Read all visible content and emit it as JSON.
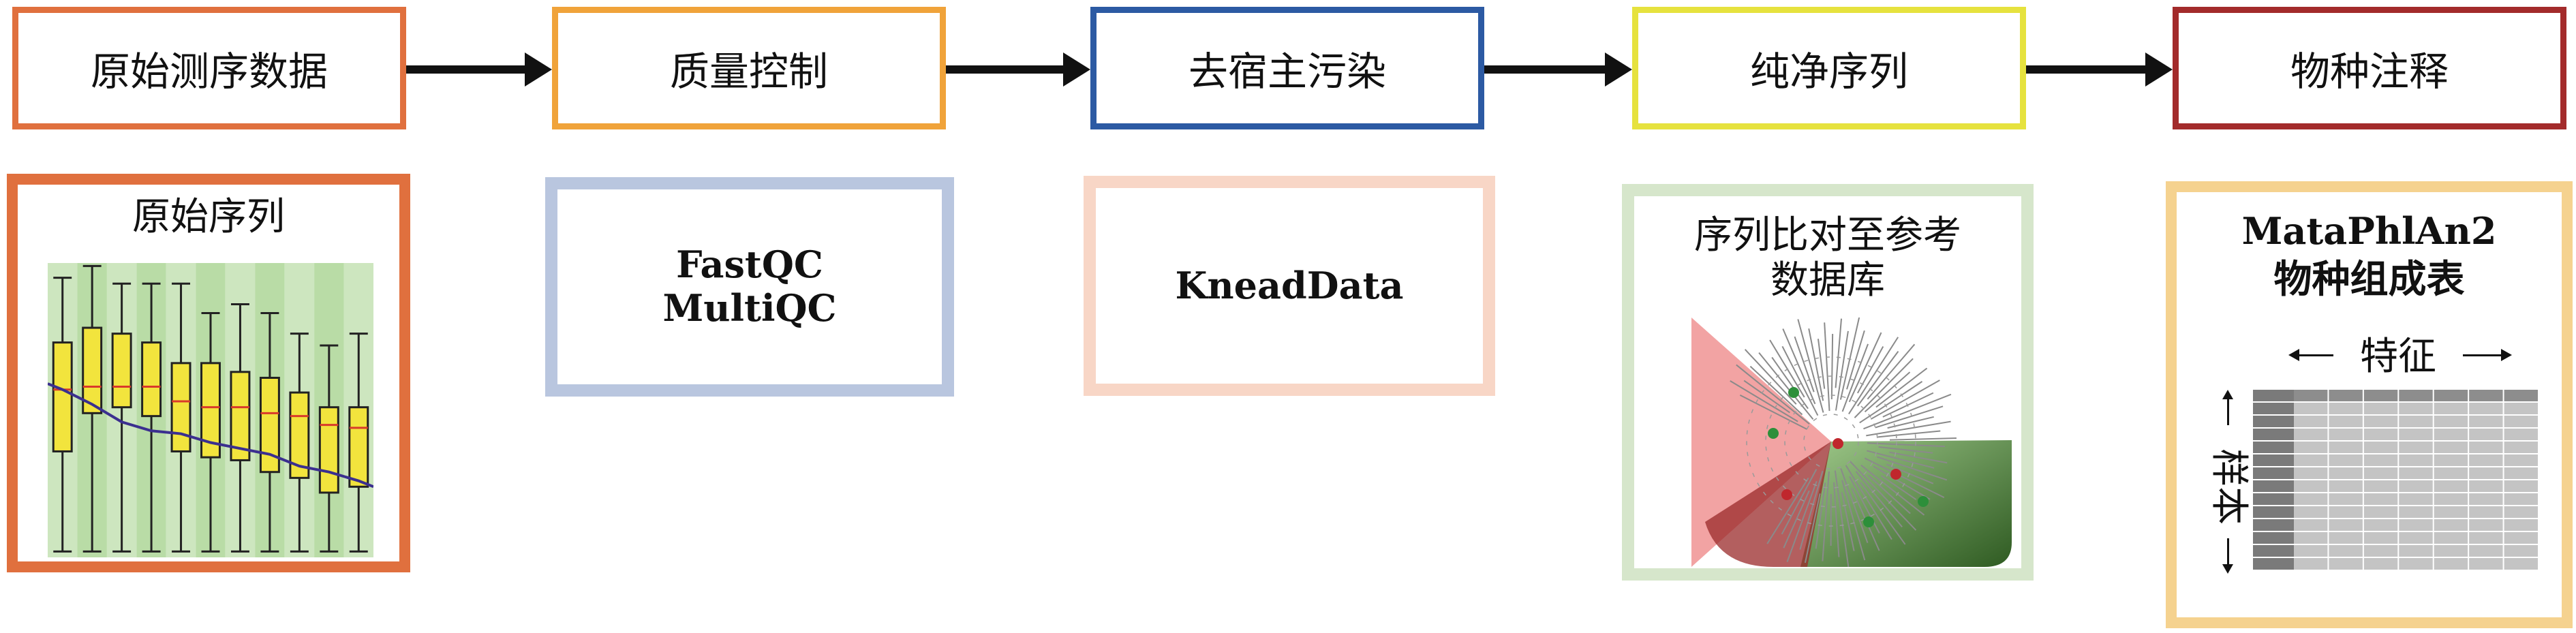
{
  "steps": [
    {
      "label": "原始测序数据",
      "color": "#e0703e"
    },
    {
      "label": "质量控制",
      "color": "#f0a33a"
    },
    {
      "label": "去宿主污染",
      "color": "#2c5aa3"
    },
    {
      "label": "纯净序列",
      "color": "#e6e23e"
    },
    {
      "label": "物种注释",
      "color": "#a32b2b"
    }
  ],
  "panels": {
    "raw": {
      "title": "原始序列",
      "border": "#e0703e"
    },
    "qc": {
      "tools": [
        "FastQC",
        "MultiQC"
      ],
      "border": "#b9c6df"
    },
    "host": {
      "tool": "KneadData",
      "border": "#f8d6c6"
    },
    "align": {
      "title_lines": [
        "序列比对至参考",
        "数据库"
      ],
      "border": "#d6e6cb"
    },
    "species": {
      "title_lines": [
        "MataPhlAn2",
        "物种组成表"
      ],
      "feature_label": "特征",
      "sample_label": "样本",
      "border": "#f5d28f"
    }
  },
  "boxplot": {
    "boxes": [
      {
        "q1": 0.36,
        "q3": 0.73,
        "med": 0.57,
        "lo": 0.02,
        "hi": 0.95
      },
      {
        "q1": 0.49,
        "q3": 0.78,
        "med": 0.58,
        "lo": 0.02,
        "hi": 0.99
      },
      {
        "q1": 0.51,
        "q3": 0.76,
        "med": 0.58,
        "lo": 0.02,
        "hi": 0.93
      },
      {
        "q1": 0.48,
        "q3": 0.73,
        "med": 0.58,
        "lo": 0.02,
        "hi": 0.93
      },
      {
        "q1": 0.36,
        "q3": 0.66,
        "med": 0.53,
        "lo": 0.02,
        "hi": 0.93
      },
      {
        "q1": 0.34,
        "q3": 0.66,
        "med": 0.51,
        "lo": 0.02,
        "hi": 0.83
      },
      {
        "q1": 0.33,
        "q3": 0.63,
        "med": 0.51,
        "lo": 0.02,
        "hi": 0.86
      },
      {
        "q1": 0.29,
        "q3": 0.61,
        "med": 0.49,
        "lo": 0.02,
        "hi": 0.83
      },
      {
        "q1": 0.27,
        "q3": 0.56,
        "med": 0.48,
        "lo": 0.02,
        "hi": 0.76
      },
      {
        "q1": 0.22,
        "q3": 0.51,
        "med": 0.45,
        "lo": 0.02,
        "hi": 0.72
      },
      {
        "q1": 0.24,
        "q3": 0.51,
        "med": 0.44,
        "lo": 0.02,
        "hi": 0.76
      }
    ],
    "trend": [
      0.57,
      0.52,
      0.46,
      0.43,
      0.42,
      0.39,
      0.37,
      0.35,
      0.31,
      0.29,
      0.26
    ],
    "box_color": "#f2e43d",
    "median_color": "#d93a2b",
    "trend_color": "#3b2f8f",
    "bg_color": "#cde6bf",
    "bg_alt_color": "#b9dca6"
  },
  "table_grid": {
    "rows": 14,
    "cols": 7
  }
}
